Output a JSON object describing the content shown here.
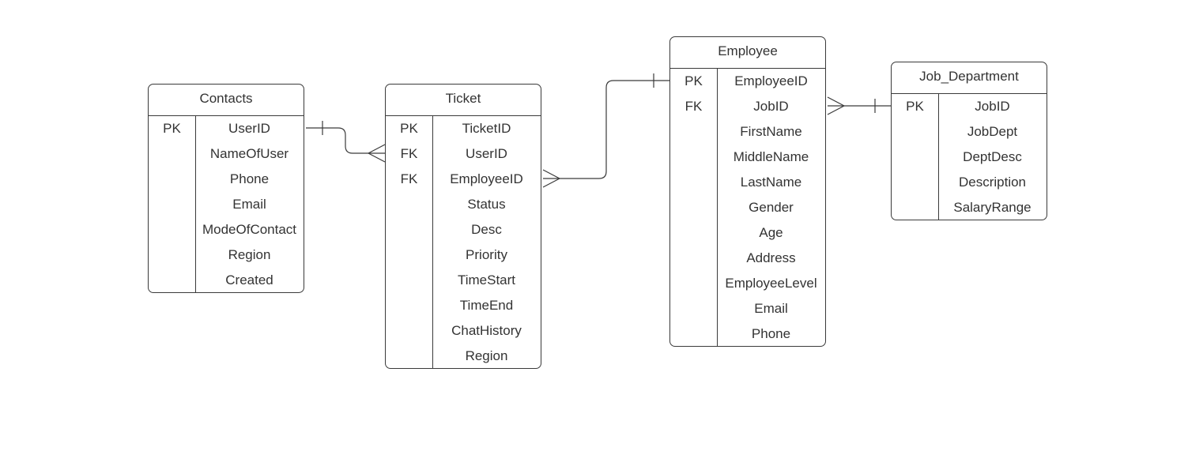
{
  "entities": {
    "contacts": {
      "title": "Contacts",
      "rows": [
        {
          "key": "PK",
          "attr": "UserID"
        },
        {
          "key": "",
          "attr": "NameOfUser"
        },
        {
          "key": "",
          "attr": "Phone"
        },
        {
          "key": "",
          "attr": "Email"
        },
        {
          "key": "",
          "attr": "ModeOfContact"
        },
        {
          "key": "",
          "attr": "Region"
        },
        {
          "key": "",
          "attr": "Created"
        }
      ]
    },
    "ticket": {
      "title": "Ticket",
      "rows": [
        {
          "key": "PK",
          "attr": "TicketID"
        },
        {
          "key": "FK",
          "attr": "UserID"
        },
        {
          "key": "FK",
          "attr": "EmployeeID"
        },
        {
          "key": "",
          "attr": "Status"
        },
        {
          "key": "",
          "attr": "Desc"
        },
        {
          "key": "",
          "attr": "Priority"
        },
        {
          "key": "",
          "attr": "TimeStart"
        },
        {
          "key": "",
          "attr": "TimeEnd"
        },
        {
          "key": "",
          "attr": "ChatHistory"
        },
        {
          "key": "",
          "attr": "Region"
        }
      ]
    },
    "employee": {
      "title": "Employee",
      "rows": [
        {
          "key": "PK",
          "attr": "EmployeeID"
        },
        {
          "key": "FK",
          "attr": "JobID"
        },
        {
          "key": "",
          "attr": "FirstName"
        },
        {
          "key": "",
          "attr": "MiddleName"
        },
        {
          "key": "",
          "attr": "LastName"
        },
        {
          "key": "",
          "attr": "Gender"
        },
        {
          "key": "",
          "attr": "Age"
        },
        {
          "key": "",
          "attr": "Address"
        },
        {
          "key": "",
          "attr": "EmployeeLevel"
        },
        {
          "key": "",
          "attr": "Email"
        },
        {
          "key": "",
          "attr": "Phone"
        }
      ]
    },
    "jobdept": {
      "title": "Job_Department",
      "rows": [
        {
          "key": "PK",
          "attr": "JobID"
        },
        {
          "key": "",
          "attr": "JobDept"
        },
        {
          "key": "",
          "attr": "DeptDesc"
        },
        {
          "key": "",
          "attr": "Description"
        },
        {
          "key": "",
          "attr": "SalaryRange"
        }
      ]
    }
  },
  "relationships": [
    {
      "name": "contacts-ticket",
      "from": "contacts.UserID",
      "from_end": "one",
      "to": "ticket.UserID",
      "to_end": "many"
    },
    {
      "name": "ticket-employee",
      "from": "ticket.EmployeeID",
      "from_end": "many",
      "to": "employee.EmployeeID",
      "to_end": "one"
    },
    {
      "name": "employee-jobdept",
      "from": "employee.JobID",
      "from_end": "many",
      "to": "jobdept.JobID",
      "to_end": "one"
    }
  ],
  "colors": {
    "line": "#3a3a3a",
    "text": "#333333",
    "background": "#ffffff"
  }
}
